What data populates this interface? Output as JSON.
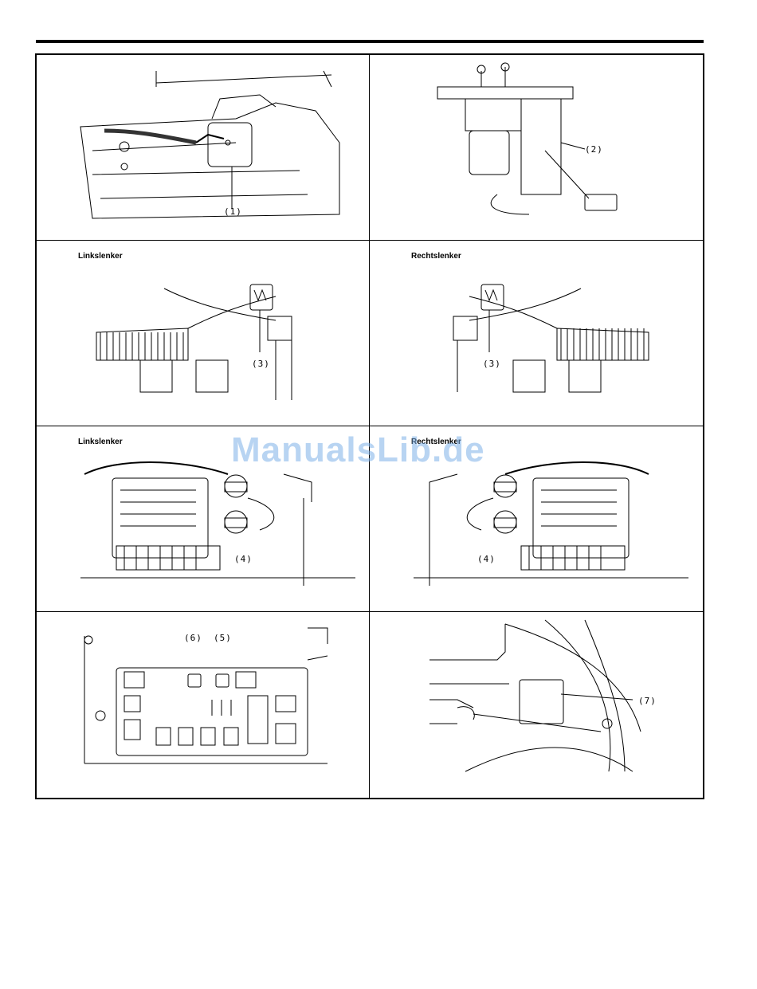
{
  "panels": [
    {
      "side_label": "",
      "callouts": [
        "(1)"
      ]
    },
    {
      "side_label": "",
      "callouts": [
        "(2)"
      ]
    },
    {
      "side_label": "Linkslenker",
      "callouts": [
        "(3)"
      ]
    },
    {
      "side_label": "Rechtslenker",
      "callouts": [
        "(3)"
      ]
    },
    {
      "side_label": "Linkslenker",
      "callouts": [
        "(4)"
      ]
    },
    {
      "side_label": "Rechtslenker",
      "callouts": [
        "(4)"
      ]
    },
    {
      "side_label": "",
      "callouts": [
        "(6)",
        "(5)"
      ]
    },
    {
      "side_label": "",
      "callouts": [
        "(7)"
      ]
    }
  ],
  "watermark": "ManualsLib.de"
}
